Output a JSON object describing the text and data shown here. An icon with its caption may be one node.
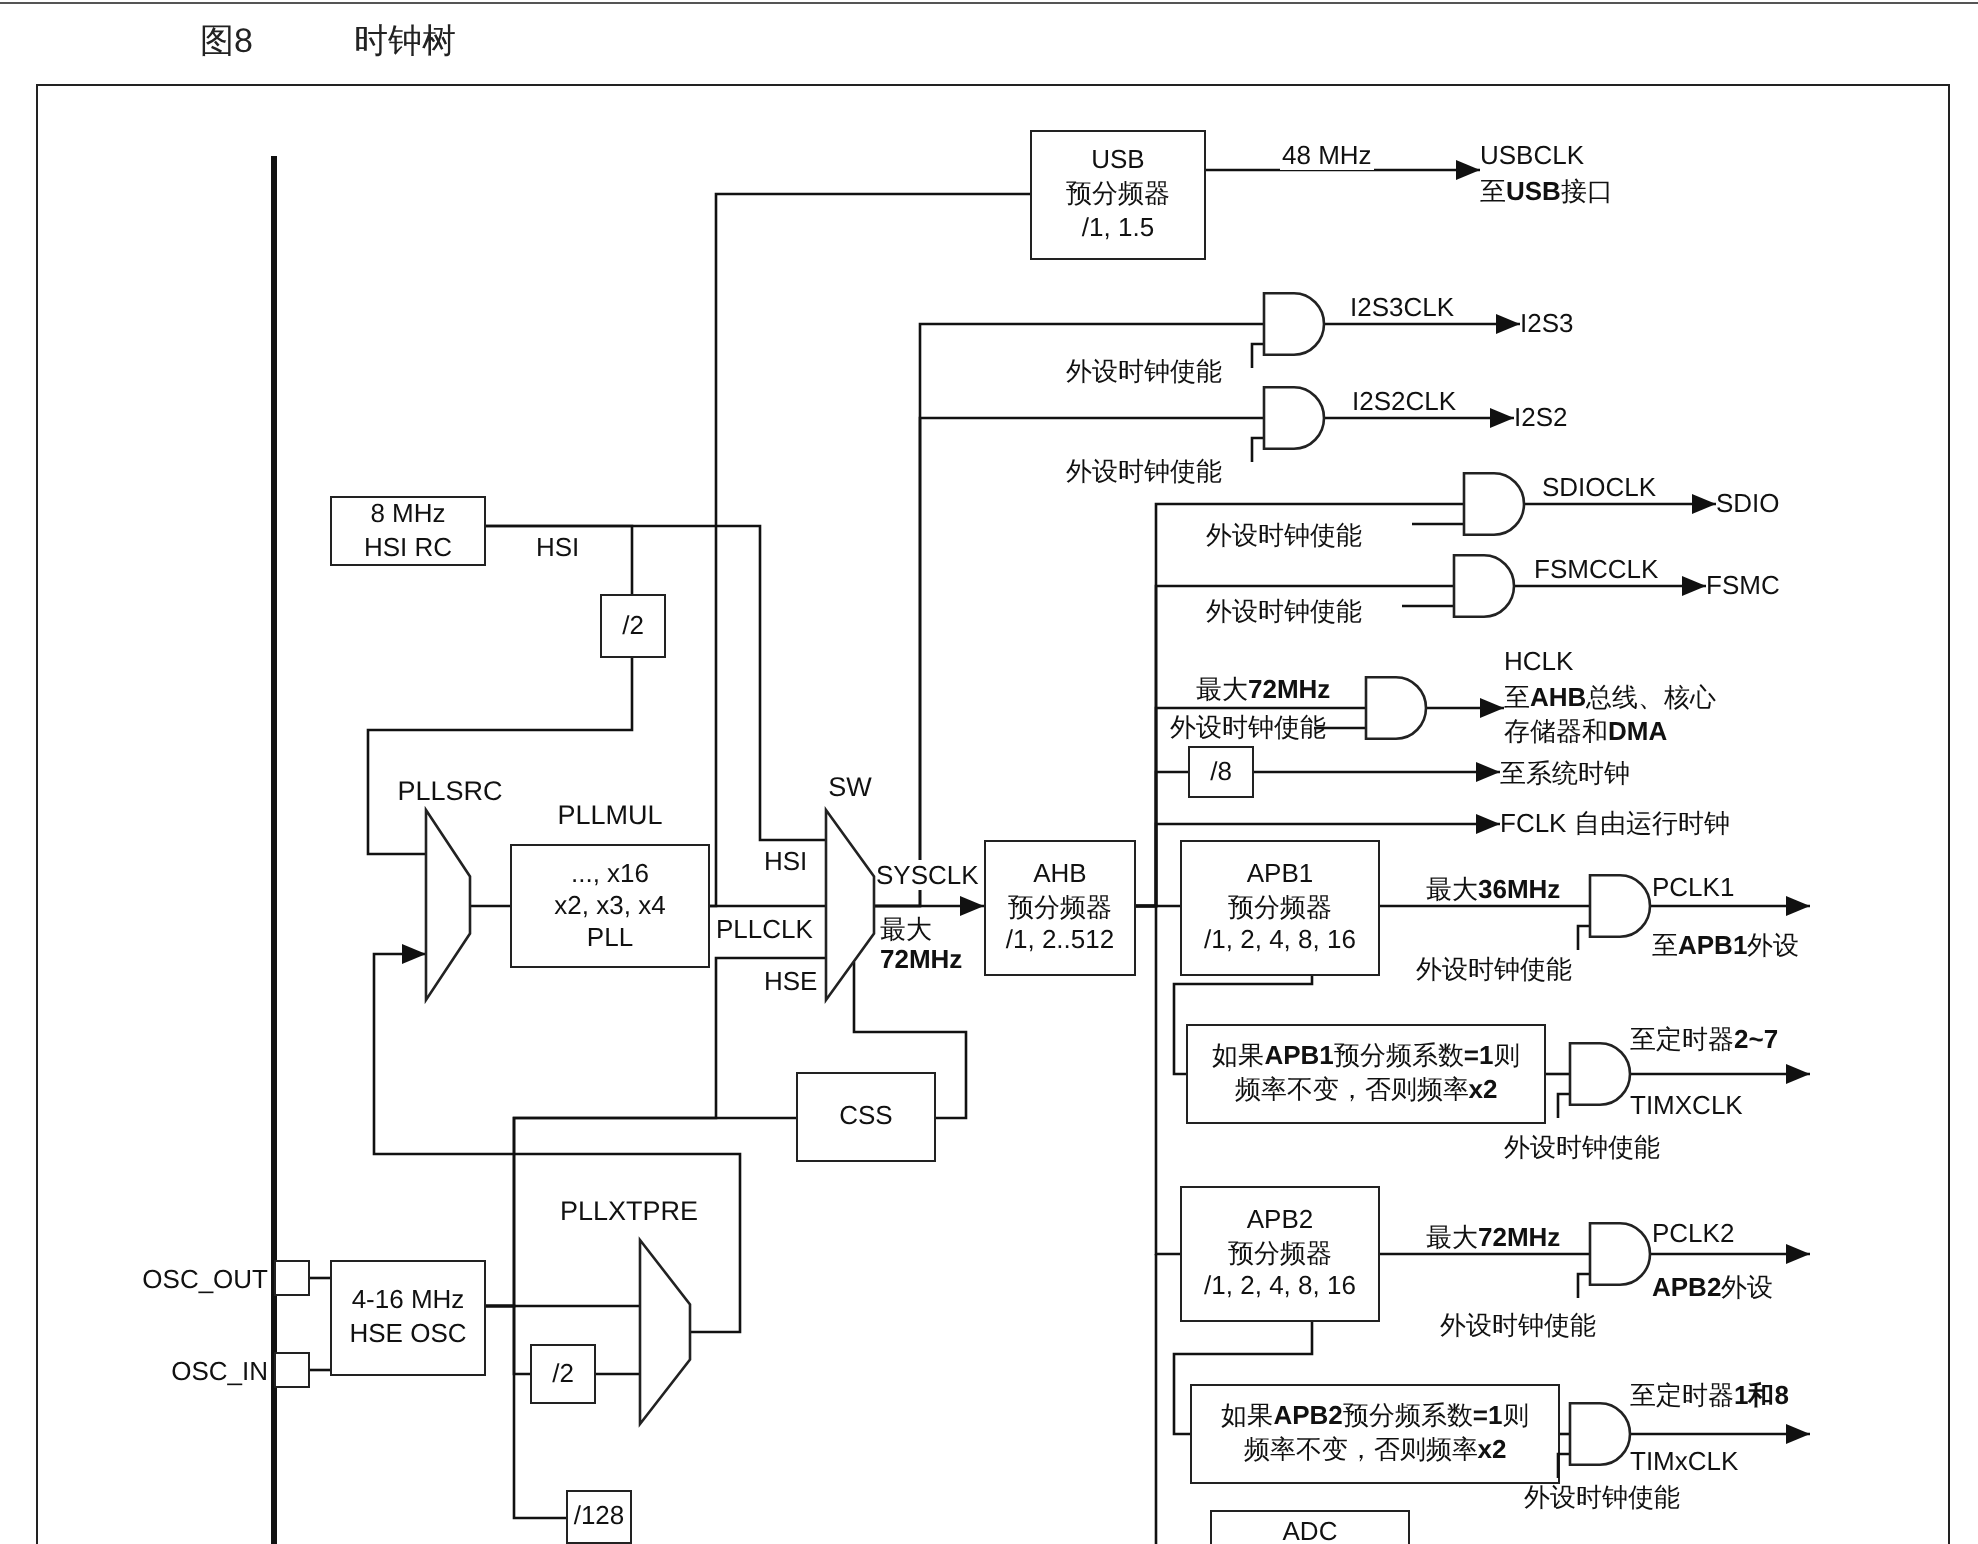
{
  "diagram": {
    "title": "图8 时钟树",
    "nodes": [
      {
        "text": [
          "USB",
          "预分频器",
          "/1, 1.5"
        ]
      },
      {
        "text": [
          "USBCLK",
          "至**USB**接口"
        ]
      },
      {
        "text": [
          "8 MHz HSI RC"
        ]
      },
      {
        "text": [
          "/2"
        ]
      },
      {
        "text": [
          "PLLSRC"
        ]
      },
      {
        "text": [
          "PLLMUL",
          "..., x16",
          "x2, x3, x4",
          "PLL"
        ]
      },
      {
        "text": [
          "SW"
        ]
      },
      {
        "text": [
          "AHB",
          "预分频器",
          "/1, 2..512"
        ]
      },
      {
        "text": [
          "CSS"
        ]
      },
      {
        "text": [
          "4-16 MHz HSE OSC"
        ]
      },
      {
        "text": [
          "OSC_OUT"
        ]
      },
      {
        "text": [
          "OSC_IN"
        ]
      },
      {
        "text": [
          "/2"
        ]
      },
      {
        "text": [
          "PLLXTPRE"
        ]
      },
      {
        "text": [
          "/128"
        ]
      },
      {
        "text": [],
        "shape": "gate"
      },
      {
        "text": [
          "I2S3"
        ]
      },
      {
        "text": [],
        "shape": "gate"
      },
      {
        "text": [
          "I2S2"
        ]
      },
      {
        "text": [],
        "shape": "gate"
      },
      {
        "text": [
          "SDIO"
        ]
      },
      {
        "text": [],
        "shape": "gate"
      },
      {
        "text": [
          "FSMC"
        ]
      },
      {
        "text": [],
        "shape": "gate"
      },
      {
        "text": [
          "HCLK",
          "至**AHB**总线、核心存储器和**DMA**"
        ]
      },
      {
        "text": [
          "/8"
        ]
      },
      {
        "text": [
          "至系统时钟"
        ]
      },
      {
        "text": [
          "FCLK 自由运行时钟"
        ]
      },
      {
        "text": [
          "APB1",
          "预分频器",
          "/1, 2, 4, 8, 16"
        ]
      },
      {
        "text": [],
        "shape": "gate"
      },
      {
        "text": [
          "如果**APB1**预分频系数**=1**则频率不变，否则频率**x2**"
        ]
      },
      {
        "text": [],
        "shape": "gate"
      },
      {
        "text": [
          "APB2",
          "预分频器",
          "/1, 2, 4, 8, 16"
        ]
      },
      {
        "text": [],
        "shape": "gate"
      },
      {
        "text": [
          "如果**APB2**预分频系数**=1**则频率不变，否则频率**x2**"
        ]
      },
      {
        "text": [],
        "shape": "gate"
      },
      {
        "text": [
          "ADC"
        ]
      },
      {
        "text": [
          "PCLK1",
          "至**APB1**外设"
        ]
      },
      {
        "text": [
          "至定时器**2~7**",
          "TIMXCLK"
        ]
      },
      {
        "text": [
          "PCLK2",
          "**APB2**外设"
        ]
      },
      {
        "text": [
          "至定时器**1和8**",
          "TIMxCLK"
        ]
      }
    ],
    "edges": [
      {
        "from": 2,
        "to": 3,
        "arrow": "none"
      },
      {
        "from": 2,
        "to": 6,
        "arrow": "none"
      },
      {
        "from": 3,
        "to": 4,
        "arrow": "none"
      },
      {
        "from": 13,
        "to": 4,
        "arrow": "to"
      },
      {
        "from": 4,
        "to": 5,
        "arrow": "none"
      },
      {
        "from": 5,
        "to": 6,
        "arrow": "none"
      },
      {
        "from": 5,
        "to": 0,
        "arrow": "none"
      },
      {
        "from": 9,
        "to": 6,
        "arrow": "none"
      },
      {
        "from": 9,
        "to": 8,
        "arrow": "none"
      },
      {
        "from": 8,
        "to": 6,
        "arrow": "none"
      },
      {
        "from": 9,
        "to": 13,
        "arrow": "none"
      },
      {
        "from": 9,
        "to": 12,
        "arrow": "none"
      },
      {
        "from": 12,
        "to": 13,
        "arrow": "none"
      },
      {
        "from": 9,
        "to": 14,
        "arrow": "none"
      },
      {
        "from": 10,
        "to": 9,
        "arrow": "none"
      },
      {
        "from": 11,
        "to": 9,
        "arrow": "none"
      },
      {
        "from": 6,
        "to": 7,
        "arrow": "to"
      },
      {
        "from": 0,
        "to": 1,
        "arrow": "to",
        "label": "48 MHz"
      },
      {
        "from": 6,
        "to": 15,
        "arrow": "none"
      },
      {
        "from": 6,
        "to": 17,
        "arrow": "none"
      },
      {
        "from": 15,
        "to": 16,
        "arrow": "to",
        "label": "I2S3CLK"
      },
      {
        "from": 17,
        "to": 18,
        "arrow": "to",
        "label": "I2S2CLK"
      },
      {
        "from": 7,
        "to": 19,
        "arrow": "none"
      },
      {
        "from": 7,
        "to": 21,
        "arrow": "none"
      },
      {
        "from": 7,
        "to": 23,
        "arrow": "none",
        "label": "最大**72MHz**"
      },
      {
        "from": 7,
        "to": 25,
        "arrow": "none"
      },
      {
        "from": 25,
        "to": 26,
        "arrow": "to"
      },
      {
        "from": 7,
        "to": 27,
        "arrow": "to"
      },
      {
        "from": 23,
        "to": 24,
        "arrow": "to"
      },
      {
        "from": 19,
        "to": 20,
        "arrow": "to",
        "label": "SDIOCLK"
      },
      {
        "from": 21,
        "to": 22,
        "arrow": "to",
        "label": "FSMCCLK"
      },
      {
        "from": 7,
        "to": 28,
        "arrow": "none"
      },
      {
        "from": 7,
        "to": 32,
        "arrow": "none"
      },
      {
        "from": 28,
        "to": 29,
        "arrow": "none",
        "label": "最大**36MHz**"
      },
      {
        "from": 29,
        "to": 37,
        "arrow": "to"
      },
      {
        "from": 28,
        "to": 30,
        "arrow": "none"
      },
      {
        "from": 30,
        "to": 31,
        "arrow": "none"
      },
      {
        "from": 31,
        "to": 38,
        "arrow": "to"
      },
      {
        "from": 32,
        "to": 33,
        "arrow": "none",
        "label": "最大**72MHz**"
      },
      {
        "from": 33,
        "to": 39,
        "arrow": "to"
      },
      {
        "from": 32,
        "to": 34,
        "arrow": "none"
      },
      {
        "from": 34,
        "to": 35,
        "arrow": "none"
      },
      {
        "from": 35,
        "to": 40,
        "arrow": "to"
      }
    ],
    "labels": [
      "HSI",
      "HSI",
      "PLLCLK",
      "HSE",
      "SYSCLK",
      "最大**72MHz**",
      "外设时钟使能",
      "外设时钟使能",
      "外设时钟使能",
      "外设时钟使能",
      "外设时钟使能",
      "外设时钟使能",
      "外设时钟使能",
      "外设时钟使能",
      "外设时钟使能"
    ]
  }
}
